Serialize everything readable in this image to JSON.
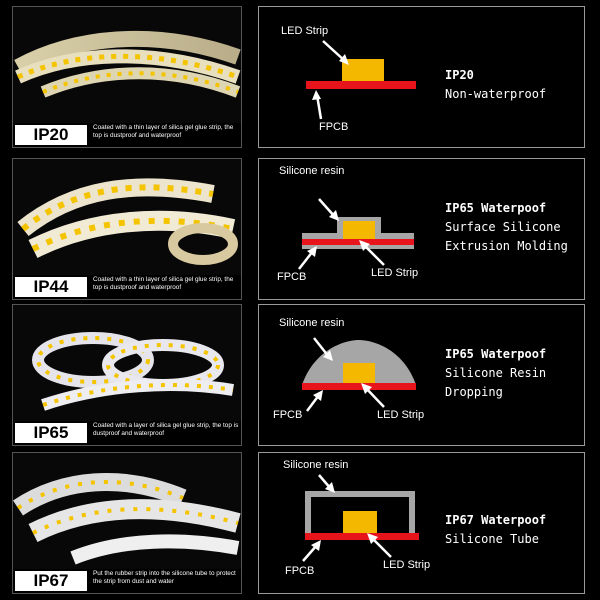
{
  "rows": [
    {
      "ip_label": "IP20",
      "description": "Coated with a thin layer of silica gel glue strip, the top is dustproof and waterproof",
      "diagram_labels": {
        "a": "LED Strip",
        "b": "FPCB"
      },
      "title_lines": [
        "IP20",
        "Non-waterproof"
      ]
    },
    {
      "ip_label": "IP44",
      "description": "Coated with a thin layer of silica gel glue strip, the top is dustproof and waterproof",
      "diagram_labels": {
        "a": "Silicone resin",
        "b": "FPCB",
        "c": "LED Strip"
      },
      "title_lines": [
        "IP65 Waterpoof",
        "Surface Silicone",
        "Extrusion Molding"
      ]
    },
    {
      "ip_label": "IP65",
      "description": "Coated with a layer of silica gel glue strip, the top is dustproof and waterproof",
      "diagram_labels": {
        "a": "Silicone resin",
        "b": "FPCB",
        "c": "LED Strip"
      },
      "title_lines": [
        "IP65 Waterpoof",
        "Silicone Resin",
        "Dropping"
      ]
    },
    {
      "ip_label": "IP67",
      "description": "Put the rubber strip into the silicone tube to protect the strip from dust and water",
      "diagram_labels": {
        "a": "Silicone resin",
        "b": "FPCB",
        "c": "LED Strip"
      },
      "title_lines": [
        "IP67 Waterpoof",
        "Silicone Tube"
      ]
    }
  ],
  "colors": {
    "fpcb": "#e8141c",
    "led": "#f5b800",
    "silicone": "#a6a6a6"
  }
}
